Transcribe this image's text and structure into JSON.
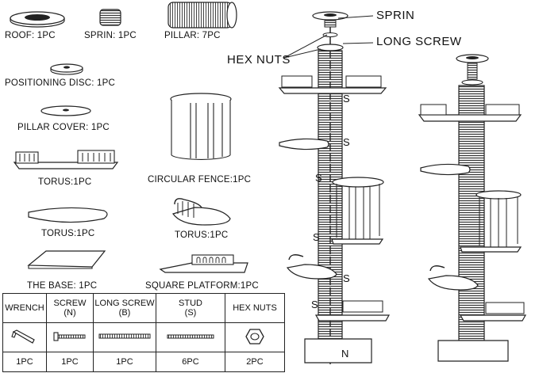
{
  "parts": {
    "roof": "ROOF: 1PC",
    "sprin": "SPRIN: 1PC",
    "pillar": "PILLAR: 7PC",
    "positioning_disc": "POSITIONING DISC: 1PC",
    "pillar_cover": "PILLAR COVER: 1PC",
    "torus_fence": "TORUS:1PC",
    "circular_fence": "CIRCULAR FENCE:1PC",
    "torus_flat": "TORUS:1PC",
    "torus_curved": "TORUS:1PC",
    "base": "THE BASE: 1PC",
    "square_platform": "SQUARE PLATFORM:1PC"
  },
  "hardware": {
    "headers": [
      "WRENCH",
      "SCREW\n(N)",
      "LONG SCREW\n(B)",
      "STUD\n(S)",
      "HEX NUTS"
    ],
    "quantities": [
      "1PC",
      "1PC",
      "1PC",
      "6PC",
      "2PC"
    ]
  },
  "callouts": {
    "sprin": "SPRIN",
    "long_screw": "LONG SCREW",
    "hex_nuts": "HEX NUTS"
  },
  "markers": {
    "stud": "S",
    "screw": "N"
  }
}
